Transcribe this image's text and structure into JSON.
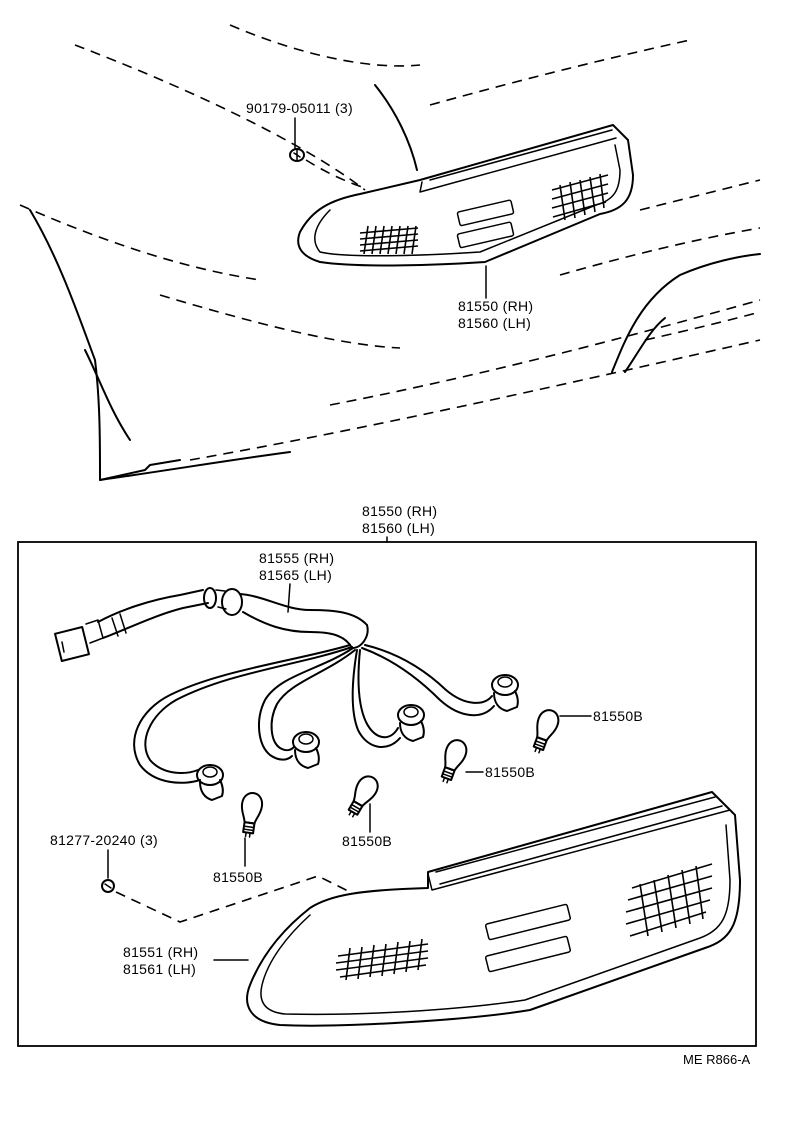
{
  "labels": {
    "nut_top": "90179-05011 (3)",
    "lens_top_rh": "81550 (RH)",
    "lens_top_lh": "81560 (LH)",
    "box_rh": "81550 (RH)",
    "box_lh": "81560 (LH)",
    "harness_rh": "81555 (RH)",
    "harness_lh": "81565 (LH)",
    "bulb_a": "81550B",
    "bulb_b": "81550B",
    "bulb_c": "81550B",
    "bulb_d": "81550B",
    "screw": "81277-20240 (3)",
    "lens_rh": "81551 (RH)",
    "lens_lh": "81561 (LH)",
    "ref_code": "ME R866-A"
  }
}
